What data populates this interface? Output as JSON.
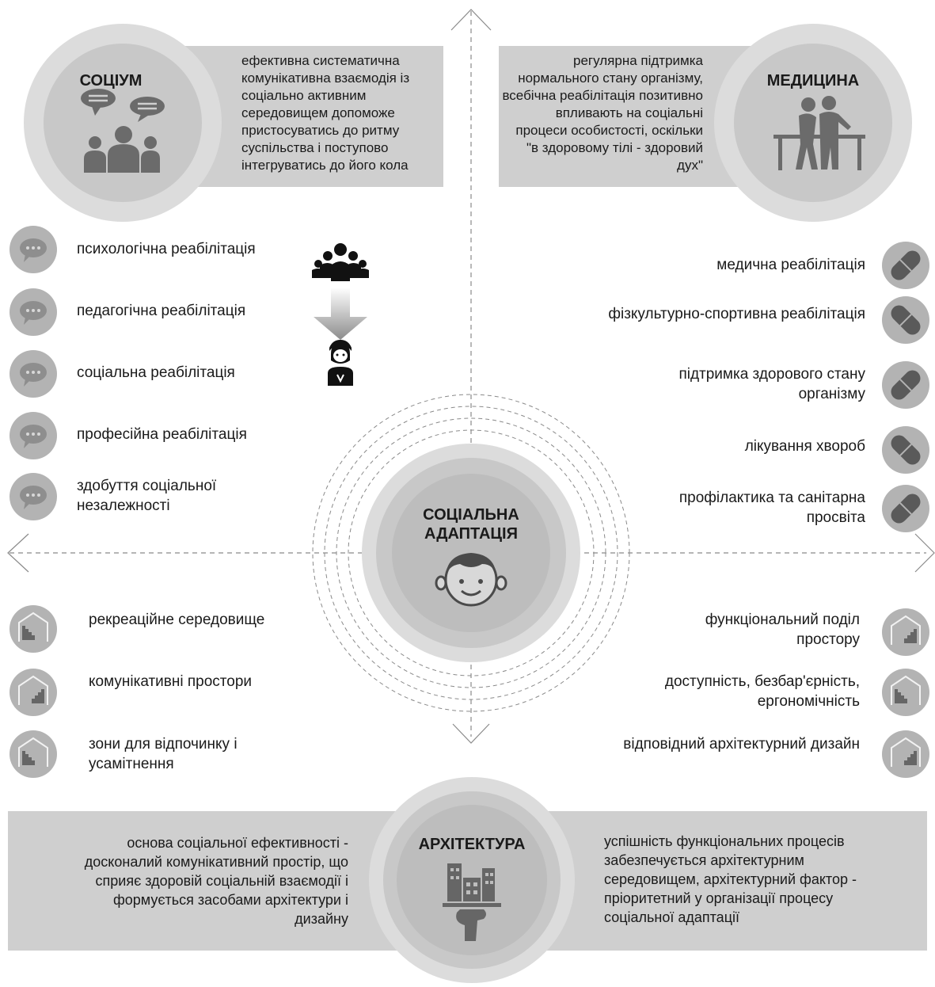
{
  "socium": {
    "title": "СОЦІУМ",
    "description": "ефективна систематична\nкомунікативна взаємодія із\nсоціально активним\nсередовищем допоможе\nпристосуватись до ритму\nсуспільства і поступово\nінтегруватись до його кола",
    "items": [
      "психологічна реабілітація",
      "педагогічна реабілітація",
      "соціальна реабілітація",
      "професійна реабілітація",
      "здобуття соціальної\nнезалежності"
    ]
  },
  "medicine": {
    "title": "МЕДИЦИНА",
    "description": "регулярна підтримка\nнормального стану організму,\nвсебічна реабілітація позитивно\nвпливають на соціальні\nпроцеси особистості, оскільки\n\"в здоровому тілі - здоровий\nдух\"",
    "items": [
      "медична реабілітація",
      "фізкультурно-спортивна реабілітація",
      "підтримка здорового стану\nорганізму",
      "лікування хвороб",
      "профілактика та санітарна\nпросвіта"
    ]
  },
  "center": {
    "title": "СОЦІАЛЬНА\nАДАПТАЦІЯ"
  },
  "architecture": {
    "title": "АРХІТЕКТУРА",
    "left_text": "основа соціальної ефективності -\nдосконалий комунікативний простір, що\nсприяє здоровій соціальній взаємодії і\nформується засобами архітектури і\nдизайну",
    "right_text": "успішність функціональних процесів\nзабезпечується архітектурним\nсередовищем, архітектурний фактор -\nпріоритетний у організації процесу\nсоціальної адаптації",
    "left_items": [
      "рекреаційне середовище",
      "комунікативні простори",
      "зони для відпочинку і\nусамітнення"
    ],
    "right_items": [
      "функціональний поділ\nпростору",
      "доступність, безбар'єрність,\nергономічність",
      "відповідний архітектурний дизайн"
    ]
  },
  "colors": {
    "box_fill": "#cfcfcf",
    "circle_outer": "#dcdcdc",
    "circle_mid": "#c8c8c8",
    "circle_inner": "#b3b3b3",
    "icon_dark": "#6b6b6b",
    "axis": "#8a8a8a"
  },
  "icons": {
    "socium": "people-talking-icon",
    "medicine": "rehabilitation-walking-icon",
    "center": "happy-face-icon",
    "architecture": "buildings-on-hand-icon",
    "flow": "group-to-person-arrow-icon",
    "socium_item": "speech-bubble-icon",
    "medicine_item": "pill-icon",
    "architecture_item": "house-stairs-icon"
  }
}
